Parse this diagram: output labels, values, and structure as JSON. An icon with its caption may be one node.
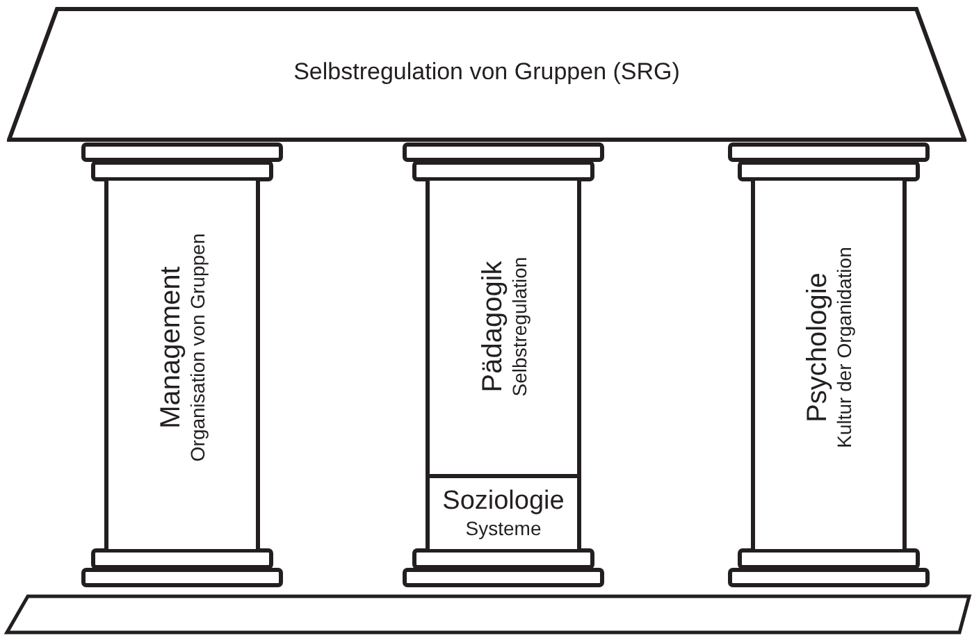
{
  "diagram": {
    "nodes": [
      {
        "text": [
          "Selbstregulation von Gruppen (SRG)"
        ]
      },
      {
        "text": [
          "Management",
          "Organisation von Gruppen"
        ]
      },
      {
        "text": [
          "Pädagogik",
          "Selbstregulation"
        ]
      },
      {
        "text": [
          "Soziologie",
          "Systeme"
        ],
        "in": 2
      },
      {
        "text": [
          "Psychologie",
          "Kultur der Organidation"
        ]
      }
    ]
  }
}
